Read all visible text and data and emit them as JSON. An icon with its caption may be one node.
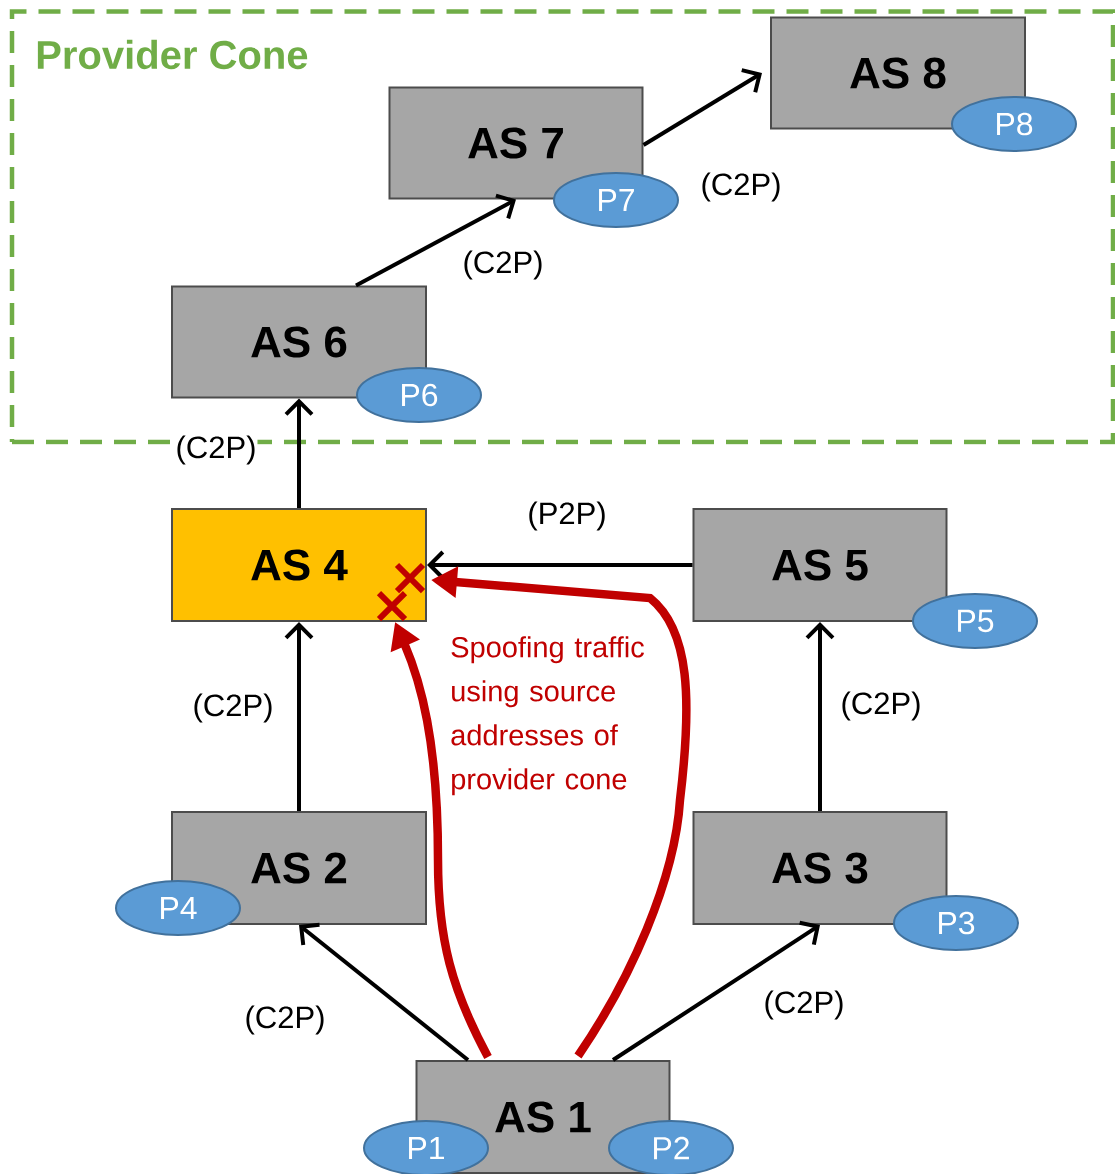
{
  "diagram": {
    "nodes": [
      {
        "text": [
          "Provider Cone"
        ]
      },
      {
        "text": [
          "AS 8"
        ],
        "in": 0
      },
      {
        "text": [
          "P8"
        ],
        "in": 0
      },
      {
        "text": [
          "AS 7"
        ],
        "in": 0
      },
      {
        "text": [
          "P7"
        ],
        "in": 0
      },
      {
        "text": [
          "AS 6"
        ],
        "in": 0
      },
      {
        "text": [
          "P6"
        ],
        "in": 0
      },
      {
        "text": [
          "AS 4"
        ]
      },
      {
        "text": [
          "AS 5"
        ]
      },
      {
        "text": [
          "P5"
        ]
      },
      {
        "text": [
          "AS 2"
        ]
      },
      {
        "text": [
          "P4"
        ]
      },
      {
        "text": [
          "AS 3"
        ]
      },
      {
        "text": [
          "P3"
        ]
      },
      {
        "text": [
          "AS 1"
        ]
      },
      {
        "text": [
          "P1"
        ]
      },
      {
        "text": [
          "P2"
        ]
      }
    ],
    "edges": [
      {
        "from": 3,
        "to": 1,
        "arrow": "to",
        "label": "(C2P)"
      },
      {
        "from": 5,
        "to": 3,
        "arrow": "to",
        "label": "(C2P)"
      },
      {
        "from": 7,
        "to": 5,
        "arrow": "to",
        "label": "(C2P)"
      },
      {
        "from": 8,
        "to": 7,
        "arrow": "to",
        "label": "(P2P)"
      },
      {
        "from": 10,
        "to": 7,
        "arrow": "to",
        "label": "(C2P)"
      },
      {
        "from": 12,
        "to": 8,
        "arrow": "to",
        "label": "(C2P)"
      },
      {
        "from": 14,
        "to": 10,
        "arrow": "to",
        "label": "(C2P)"
      },
      {
        "from": 14,
        "to": 12,
        "arrow": "to",
        "label": "(C2P)"
      },
      {
        "from": 14,
        "to": 7,
        "arrow": "to",
        "style": "thick",
        "color": "#c00000"
      },
      {
        "from": 14,
        "to": 7,
        "arrow": "to",
        "style": "thick",
        "color": "#c00000"
      }
    ],
    "labels": [
      "Spoofing traffic using source addresses of provider cone"
    ]
  }
}
